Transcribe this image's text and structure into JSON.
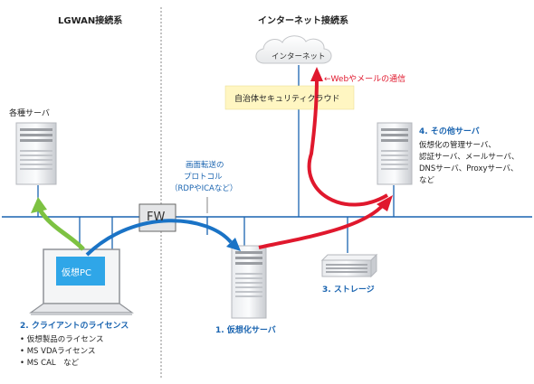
{
  "zones": {
    "left_header": "LGWAN接続系",
    "right_header": "インターネット接続系"
  },
  "internet_cloud": "インターネット",
  "web_mail_label": "←Webやメールの通信",
  "security_cloud_box": "自治体セキュリティクラウド",
  "various_servers": "各種サーバ",
  "protocol_note": [
    "画面転送の",
    "プロトコル",
    "（RDPやICAなど）"
  ],
  "firewall": "FW",
  "virtual_pc": "仮想PC",
  "client_license": {
    "title": "2. クライアントのライセンス",
    "items": [
      "• 仮想製品のライセンス",
      "• MS VDAライセンス",
      "• MS CAL　など"
    ]
  },
  "virtualization_server": "1. 仮想化サーバ",
  "storage": "3. ストレージ",
  "other_servers": {
    "title": "4. その他サーバ",
    "lines": [
      "仮想化の管理サーバ、",
      "認証サーバ、メールサーバ、",
      "DNSサーバ、Proxyサーバ、",
      "など"
    ]
  },
  "colors": {
    "network_line": "#1a64b0",
    "arrow_blue": "#1a73c6",
    "arrow_red": "#e0182d",
    "arrow_green": "#7dc242",
    "label_box": "#fff6c2",
    "vpc_screen": "#2fa6e8"
  }
}
